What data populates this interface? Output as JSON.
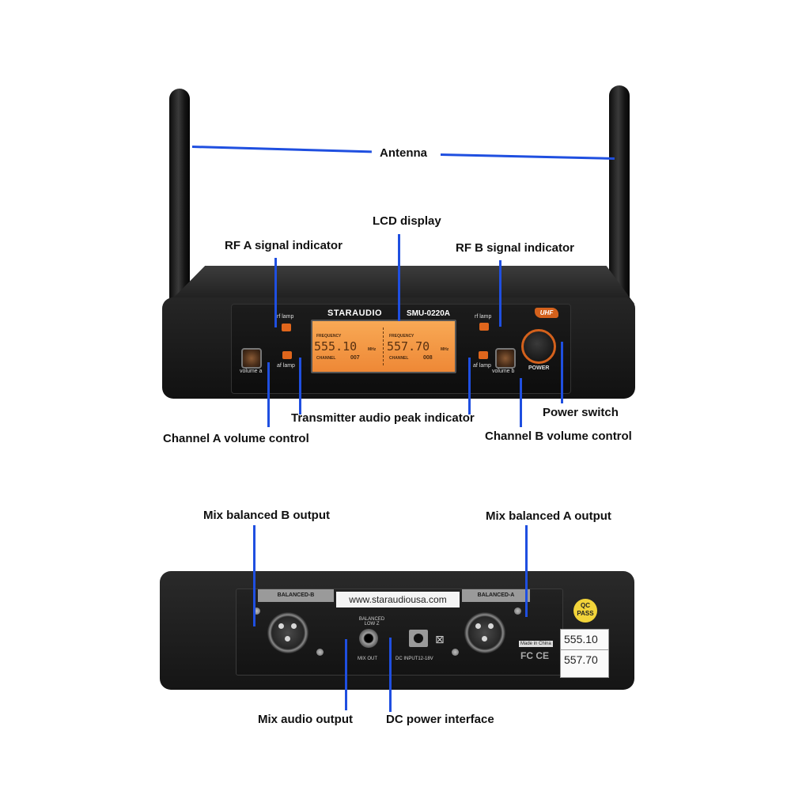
{
  "callouts": {
    "antenna": "Antenna",
    "lcd_display": "LCD display",
    "rf_a": "RF A signal indicator",
    "rf_b": "RF B signal indicator",
    "audio_peak": "Transmitter audio peak indicator",
    "power_switch": "Power switch",
    "ch_a_volume": "Channel A volume control",
    "ch_b_volume": "Channel B volume control",
    "mix_b_out": "Mix balanced B output",
    "mix_a_out": "Mix balanced A output",
    "mix_audio_out": "Mix audio output",
    "dc_power": "DC power interface"
  },
  "front_panel": {
    "brand": "STARAUDIO",
    "model": "SMU-0220A",
    "rf_lamp": "rf lamp",
    "af_lamp": "af lamp",
    "volume_a": "volume a",
    "volume_b": "volume b",
    "power": "POWER",
    "uhf": "UHF",
    "lcd": {
      "freq_label": "FREQUENCY",
      "channel_label": "CHANNEL",
      "unit": "MHz",
      "a_freq": "555.10",
      "a_channel": "007",
      "b_freq": "557.70",
      "b_channel": "008"
    }
  },
  "rear_panel": {
    "balanced_b": "BALANCED-B",
    "balanced_a": "BALANCED-A",
    "url": "www.staraudiousa.com",
    "balanced_low_z": "BALANCED LOW Z",
    "mix_out": "MIX OUT",
    "dc_input": "DC INPUT12-18V",
    "made_in": "Made in China",
    "fcc": "FC CE",
    "qc_top": "QC",
    "qc_bottom": "PASS",
    "freq_a": "555.10",
    "freq_b": "557.70"
  },
  "colors": {
    "callout_line": "#1f4fe0",
    "lcd_backlight": "#f29a48",
    "lamp": "#e0661c"
  }
}
